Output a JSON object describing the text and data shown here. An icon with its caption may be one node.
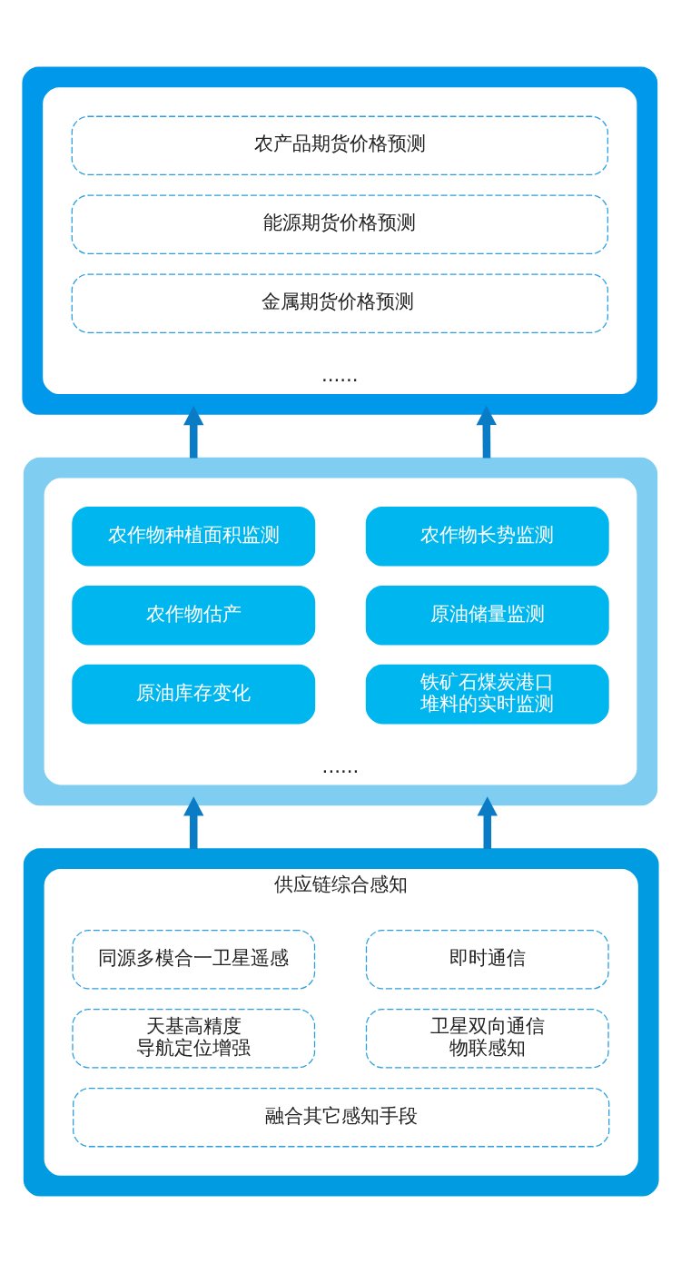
{
  "diagram": {
    "nodes": [
      {
        "text": [],
        "shape": "box"
      },
      {
        "text": [
          "......"
        ],
        "in": 0
      },
      {
        "text": [
          "农产品期货价格预测"
        ],
        "in": 1
      },
      {
        "text": [
          "能源期货价格预测"
        ],
        "in": 1
      },
      {
        "text": [
          "金属期货价格预测"
        ],
        "in": 1
      },
      {
        "text": [],
        "shape": "box"
      },
      {
        "text": [
          "......"
        ],
        "in": 5
      },
      {
        "text": [
          "农作物种植面积监测"
        ],
        "in": 6
      },
      {
        "text": [
          "农作物长势监测"
        ],
        "in": 6
      },
      {
        "text": [
          "农作物估产"
        ],
        "in": 6
      },
      {
        "text": [
          "原油储量监测"
        ],
        "in": 6
      },
      {
        "text": [
          "原油库存变化"
        ],
        "in": 6
      },
      {
        "text": [
          "铁矿石煤炭港口堆料的实时监测"
        ],
        "in": 6
      },
      {
        "text": [],
        "shape": "box"
      },
      {
        "text": [
          "供应链综合感知"
        ],
        "in": 13
      },
      {
        "text": [
          "同源多模合一卫星遥感"
        ],
        "in": 14
      },
      {
        "text": [
          "即时通信"
        ],
        "in": 14
      },
      {
        "text": [
          "天基高精度导航定位增强"
        ],
        "in": 14
      },
      {
        "text": [
          "卫星双向通信物联感知"
        ],
        "in": 14
      },
      {
        "text": [
          "融合其它感知手段"
        ],
        "in": 14
      }
    ],
    "edges": [
      {
        "from": 5,
        "to": 0,
        "arrow": "to"
      },
      {
        "from": 5,
        "to": 0,
        "arrow": "to"
      },
      {
        "from": 13,
        "to": 5,
        "arrow": "to"
      },
      {
        "from": 13,
        "to": 5,
        "arrow": "to"
      }
    ]
  }
}
